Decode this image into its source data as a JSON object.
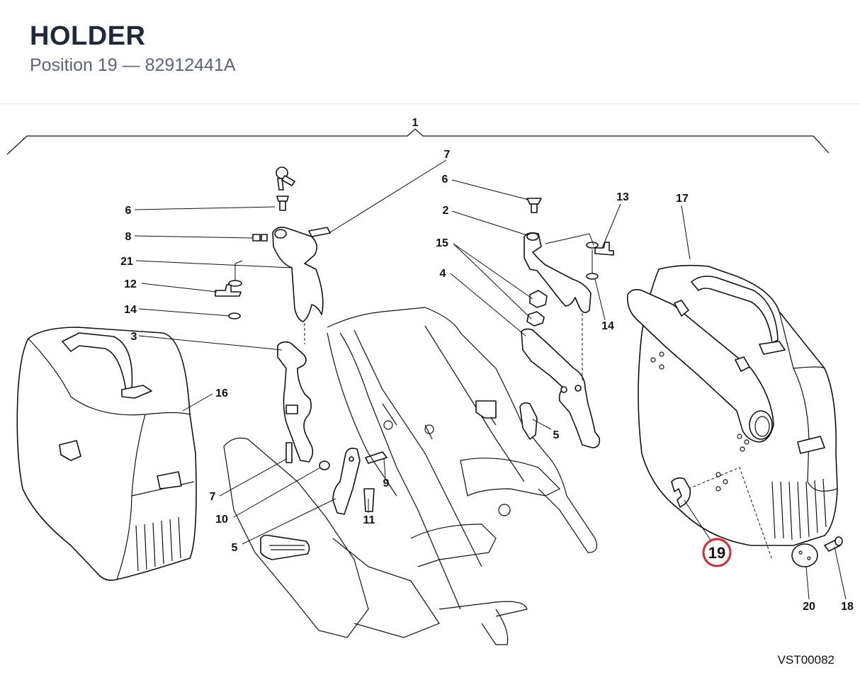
{
  "header": {
    "title": "HOLDER",
    "position_label": "Position",
    "position_number": "19",
    "separator": "—",
    "part_number": "82912441A"
  },
  "diagram": {
    "reference_code": "VST00082",
    "highlight_color": "#d7262e",
    "callouts": {
      "c1": "1",
      "c7a": "7",
      "c6a": "6",
      "c8": "8",
      "c21": "21",
      "c12": "12",
      "c14a": "14",
      "c3": "3",
      "c16": "16",
      "c7b": "7",
      "c10": "10",
      "c5a": "5",
      "c9": "9",
      "c11": "11",
      "c6b": "6",
      "c2": "2",
      "c15": "15",
      "c4": "4",
      "c13": "13",
      "c14b": "14",
      "c5b": "5",
      "c17": "17",
      "c19": "19",
      "c20": "20",
      "c18": "18"
    }
  }
}
